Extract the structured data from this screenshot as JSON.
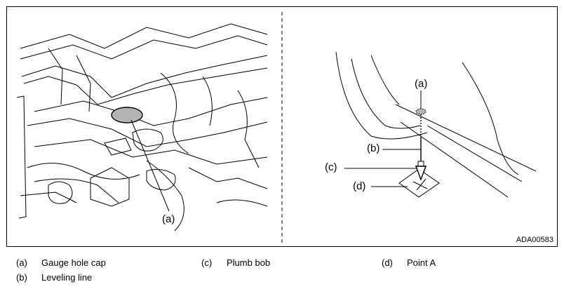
{
  "figure_code": "ADA00583",
  "callouts": {
    "left_a": "(a)",
    "right_a": "(a)",
    "right_b": "(b)",
    "right_c": "(c)",
    "right_d": "(d)"
  },
  "legend": [
    {
      "key": "(a)",
      "label": "Gauge hole cap"
    },
    {
      "key": "(c)",
      "label": "Plumb bob"
    },
    {
      "key": "(d)",
      "label": "Point A"
    },
    {
      "key": "(b)",
      "label": "Leveling line"
    }
  ],
  "colors": {
    "line": "#000000",
    "cap_fill": "#b4b4b4"
  }
}
